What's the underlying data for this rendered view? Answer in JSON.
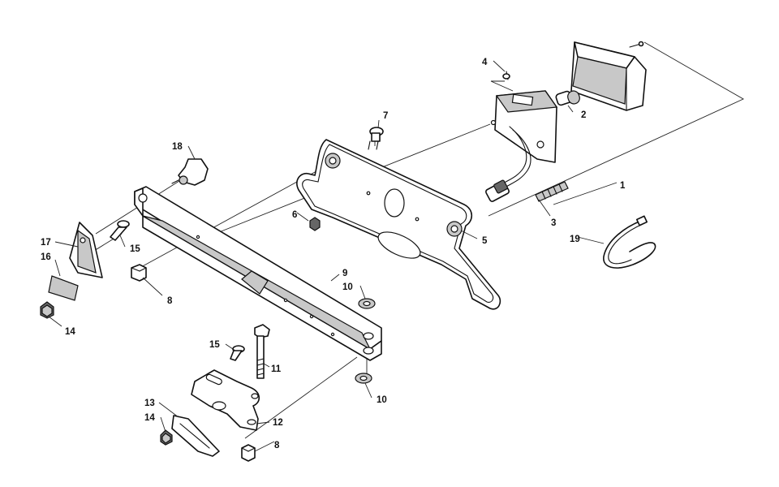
{
  "callouts": {
    "c1": "1",
    "c2": "2",
    "c3": "3",
    "c4": "4",
    "c5": "5",
    "c6": "6",
    "c7": "7",
    "c8a": "8",
    "c8b": "8",
    "c9": "9",
    "c10a": "10",
    "c10b": "10",
    "c11": "11",
    "c12": "12",
    "c13": "13",
    "c14a": "14",
    "c14b": "14",
    "c15a": "15",
    "c15b": "15",
    "c16": "16",
    "c17": "17",
    "c18": "18",
    "c19": "19"
  },
  "colors": {
    "line": "#111111",
    "shade": "#c8c8c8",
    "background": "#ffffff"
  }
}
